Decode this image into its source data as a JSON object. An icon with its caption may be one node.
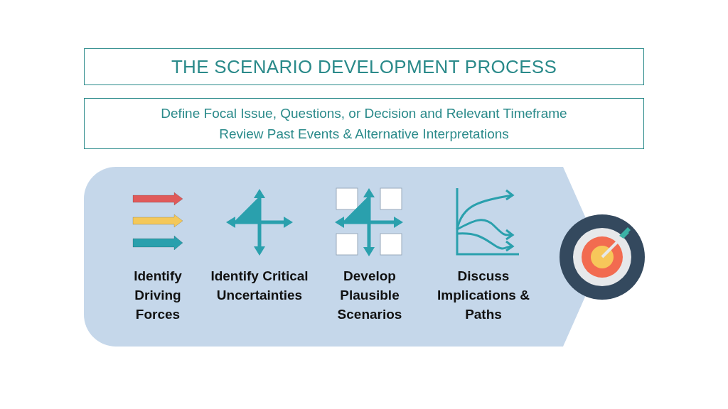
{
  "diagram": {
    "nodes": [
      {
        "text": [
          "THE SCENARIO DEVELOPMENT PROCESS"
        ]
      },
      {
        "text": [
          "Define Focal Issue, Questions, or Decision and Relevant Timeframe",
          "Review Past Events & Alternative Interpretations"
        ]
      },
      {
        "text": [],
        "shape": "chevron"
      },
      {
        "text": [
          "Identify Driving Forces"
        ],
        "in": 2
      },
      {
        "text": [
          "Identify Critical Uncertainties"
        ],
        "in": 2
      },
      {
        "text": [
          "Develop Plausible Scenarios"
        ],
        "in": 2
      },
      {
        "text": [
          "Discuss Implications & Paths"
        ],
        "in": 2
      }
    ],
    "edges": []
  }
}
